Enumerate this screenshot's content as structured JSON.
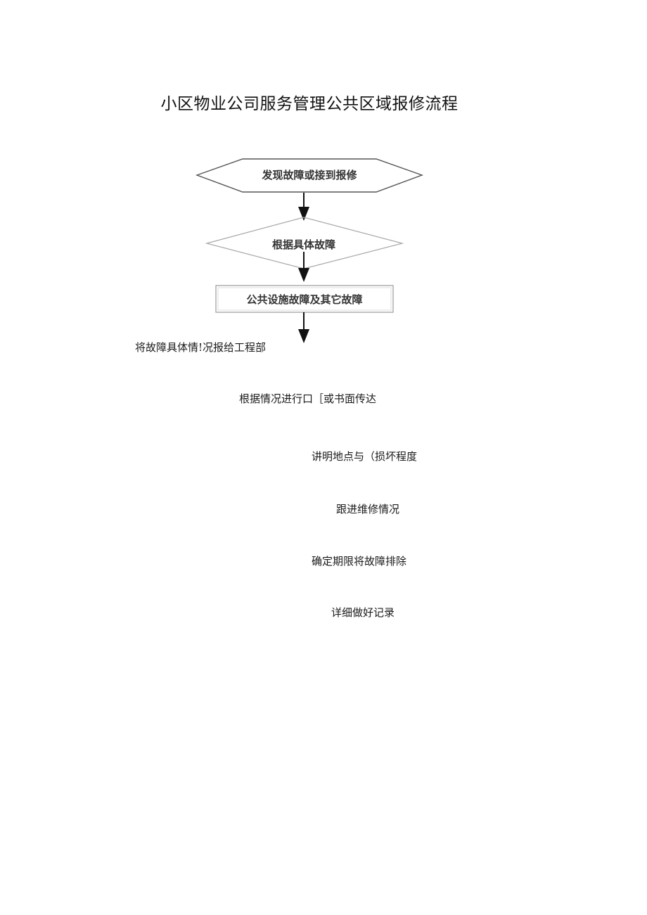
{
  "title": "小区物业公司服务管理公共区域报修流程",
  "flow_nodes": [
    {
      "shape": "hexagon",
      "label": "发现故障或接到报修"
    },
    {
      "shape": "diamond",
      "label": "根据具体故障"
    },
    {
      "shape": "rectangle",
      "label": "公共设施故障及其它故障"
    }
  ],
  "steps": [
    "将故障具体情!况报给工程部",
    "根据情况进行口［或书面传达",
    "讲明地点与（损坏程度",
    "跟进维修情况",
    "确定期限将故障排除",
    "详细做好记录"
  ],
  "colors": {
    "outline": "#555555",
    "diamond_outline": "#a8a8a8",
    "rect_outline": "#9a9a9a",
    "arrow": "#111111"
  }
}
